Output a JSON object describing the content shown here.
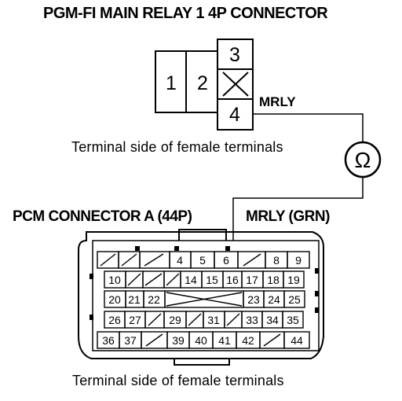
{
  "relay_connector": {
    "title": "PGM-FI MAIN RELAY 1 4P CONNECTOR",
    "caption": "Terminal side of female terminals",
    "pins": [
      {
        "label": "1"
      },
      {
        "label": "2"
      },
      {
        "label": "3"
      },
      {
        "label": ""
      },
      {
        "label": "4"
      }
    ],
    "wire_label": "MRLY"
  },
  "ohmmeter": {
    "symbol": "Ω"
  },
  "pcm_connector": {
    "title": "PCM CONNECTOR A (44P)",
    "wire_label": "MRLY (GRN)",
    "caption": "Terminal side of female terminals",
    "rows": [
      [
        "",
        "",
        "",
        "4",
        "5",
        "6",
        "",
        "8",
        "9"
      ],
      [
        "10",
        "",
        "",
        "14",
        "15",
        "16",
        "17",
        "18",
        "19"
      ],
      [
        "20",
        "21",
        "22",
        "",
        "",
        "",
        "23",
        "24",
        "25"
      ],
      [
        "26",
        "27",
        "",
        "29",
        "",
        "31",
        "",
        "33",
        "34",
        "35"
      ],
      [
        "36",
        "37",
        "",
        "39",
        "40",
        "41",
        "42",
        "",
        "44"
      ]
    ]
  }
}
